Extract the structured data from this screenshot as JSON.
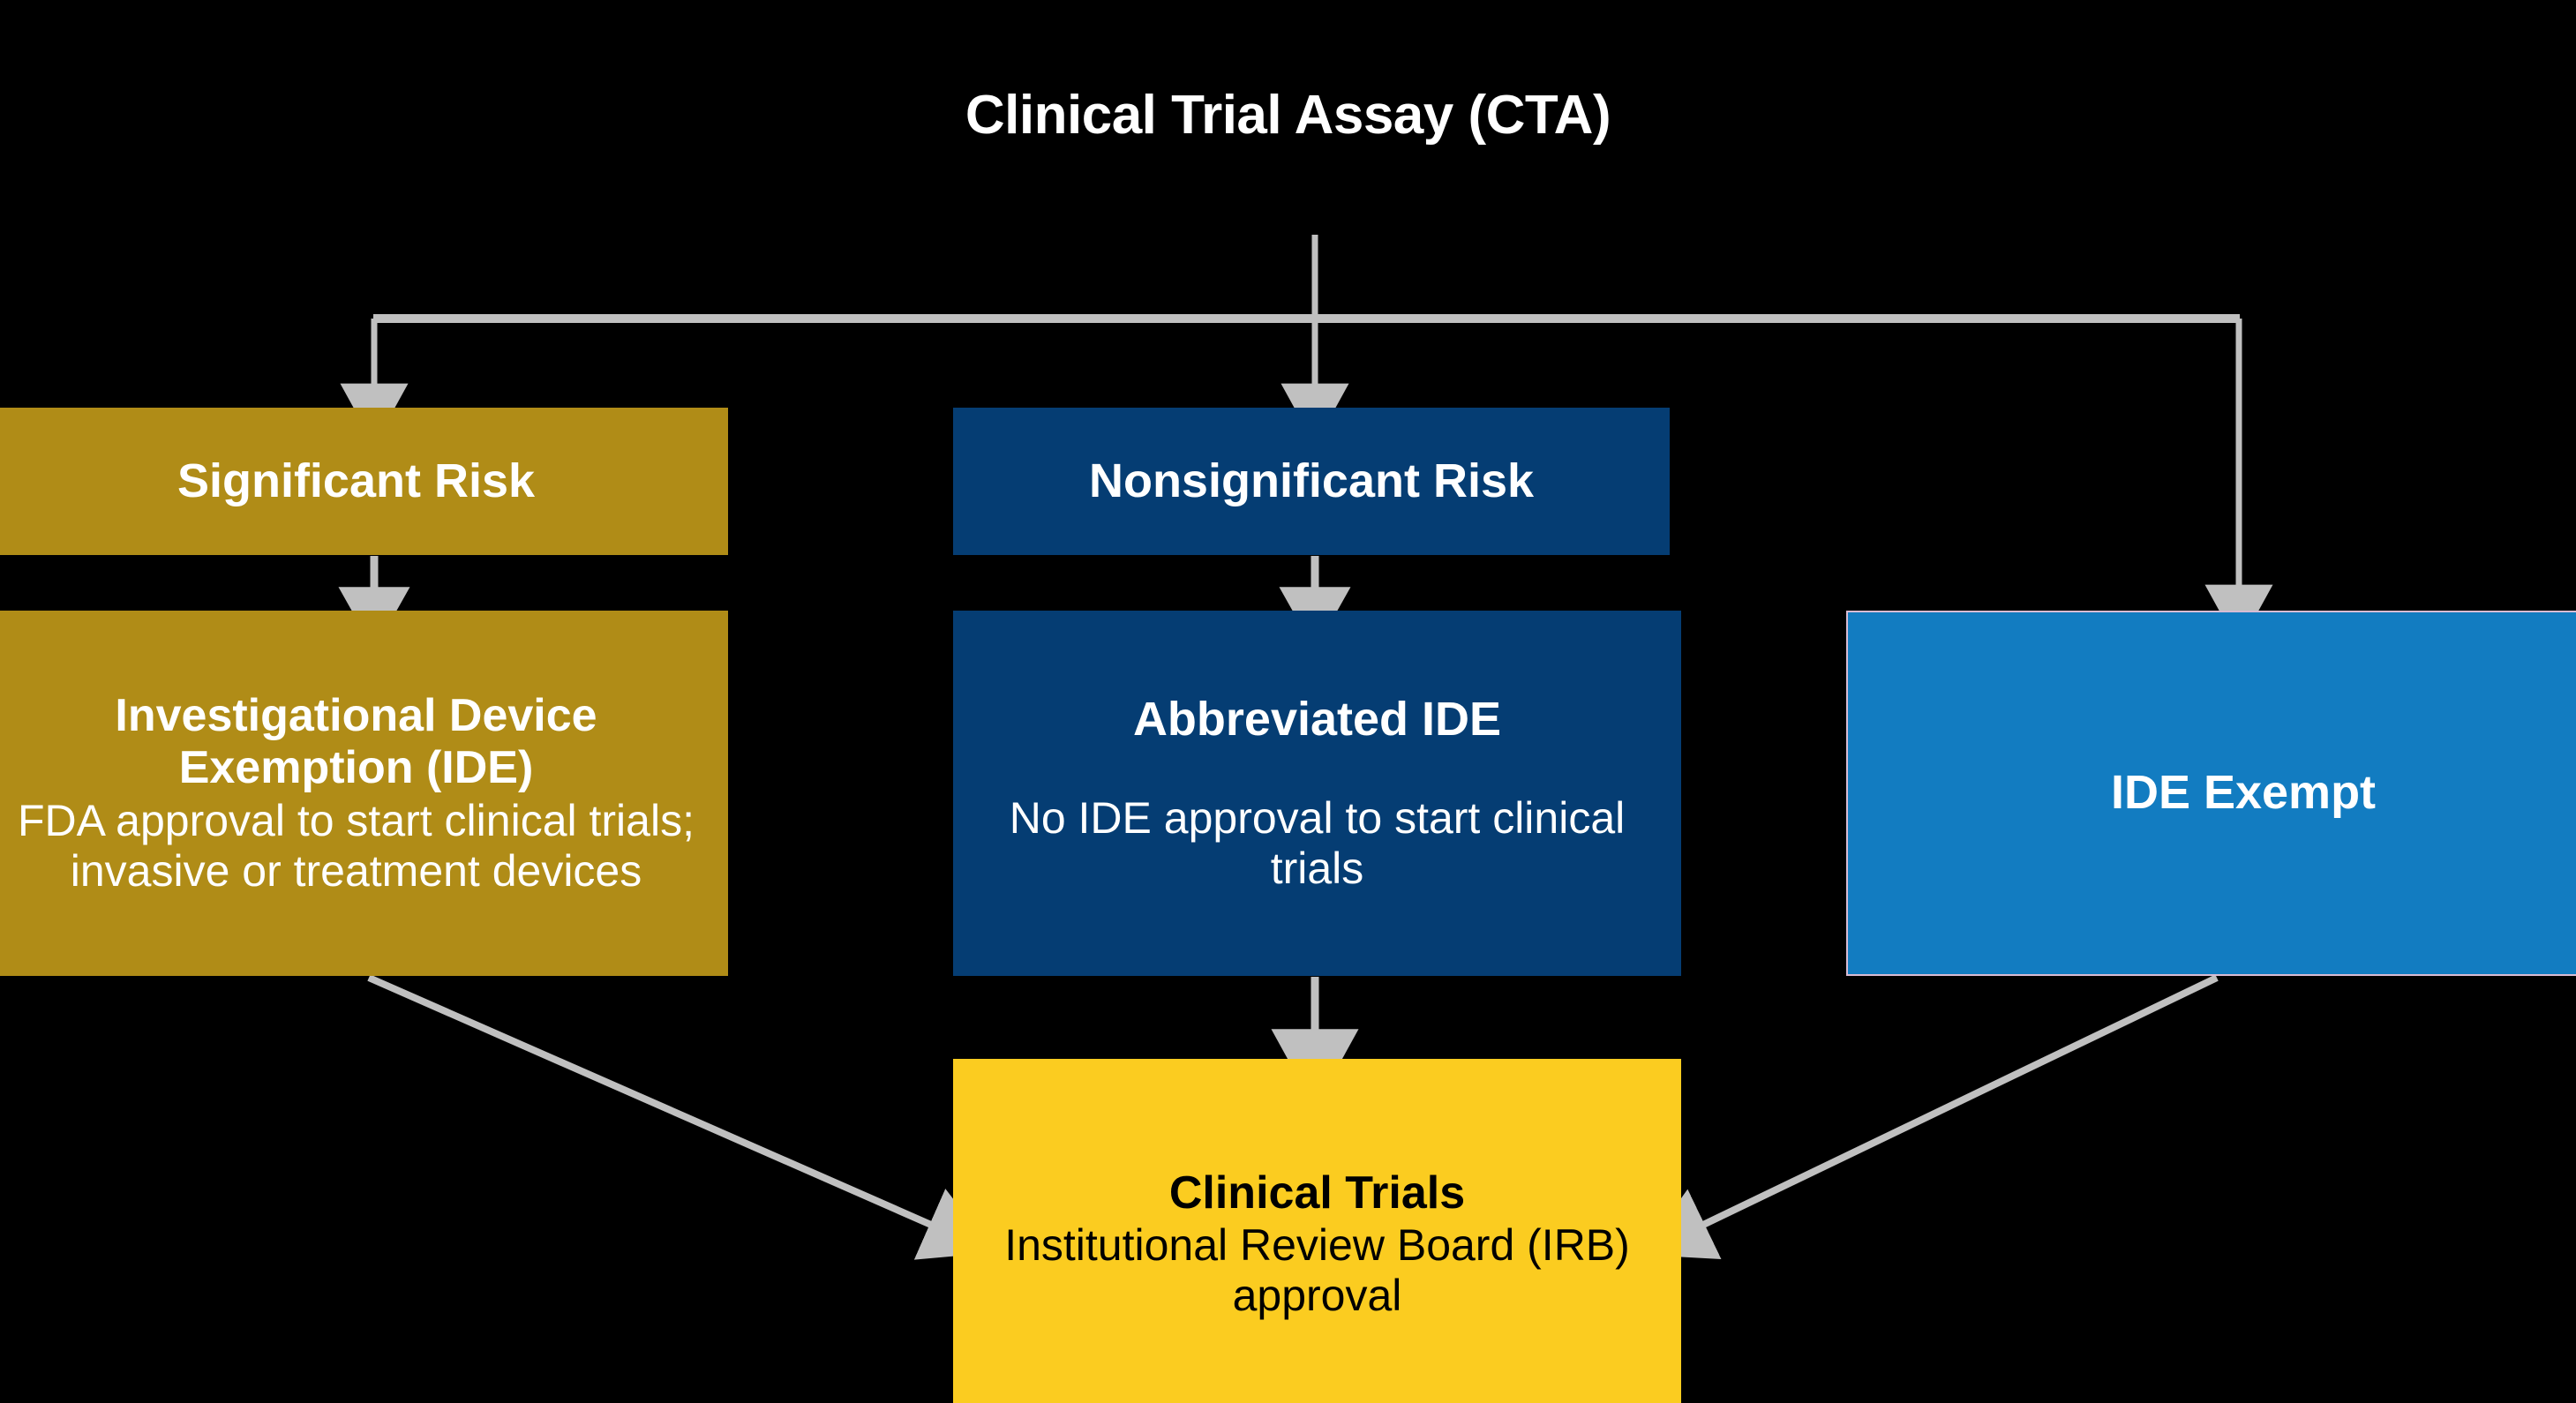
{
  "diagram": {
    "title": "Clinical Trial Assay (CTA)",
    "background_color": "#000000",
    "connector_color": "#c0c0c0",
    "nodes": {
      "significant_risk": {
        "label": "Significant Risk",
        "fill": "#B08C17",
        "text_color": "#ffffff"
      },
      "nonsignificant_risk": {
        "label": "Nonsignificant Risk",
        "fill": "#053D73",
        "text_color": "#ffffff"
      },
      "ide": {
        "heading": "Investigational Device Exemption (IDE)",
        "body": "FDA approval to start clinical trials; invasive or treatment devices",
        "fill": "#B08C17",
        "text_color": "#ffffff"
      },
      "abbreviated_ide": {
        "heading": "Abbreviated IDE",
        "body": "No IDE approval to start clinical trials",
        "fill": "#053D73",
        "text_color": "#ffffff"
      },
      "ide_exempt": {
        "label": "IDE Exempt",
        "fill": "#127CC1",
        "border": "#d8bcd4",
        "text_color": "#ffffff"
      },
      "clinical_trials": {
        "heading": "Clinical Trials",
        "body": "Institutional Review Board (IRB) approval",
        "fill": "#FBCC20",
        "text_color": "#000000"
      }
    }
  }
}
